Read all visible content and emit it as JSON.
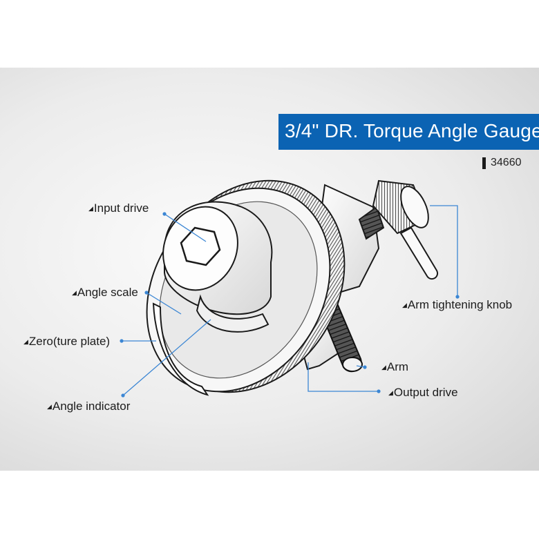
{
  "header": {
    "title": "3/4\" DR. Torque Angle Gauge",
    "part_number": "34660"
  },
  "labels": {
    "input_drive": "Input drive",
    "angle_scale": "Angle scale",
    "zero_plate": "Zero(ture plate)",
    "angle_indicator": "Angle indicator",
    "arm_knob": "Arm tightening knob",
    "arm": "Arm",
    "output_drive": "Output drive",
    "marker": "◢"
  },
  "colors": {
    "title_bar": "#0b63b3",
    "leader_line": "#3b86d4",
    "line_art": "#1a1a1a"
  }
}
